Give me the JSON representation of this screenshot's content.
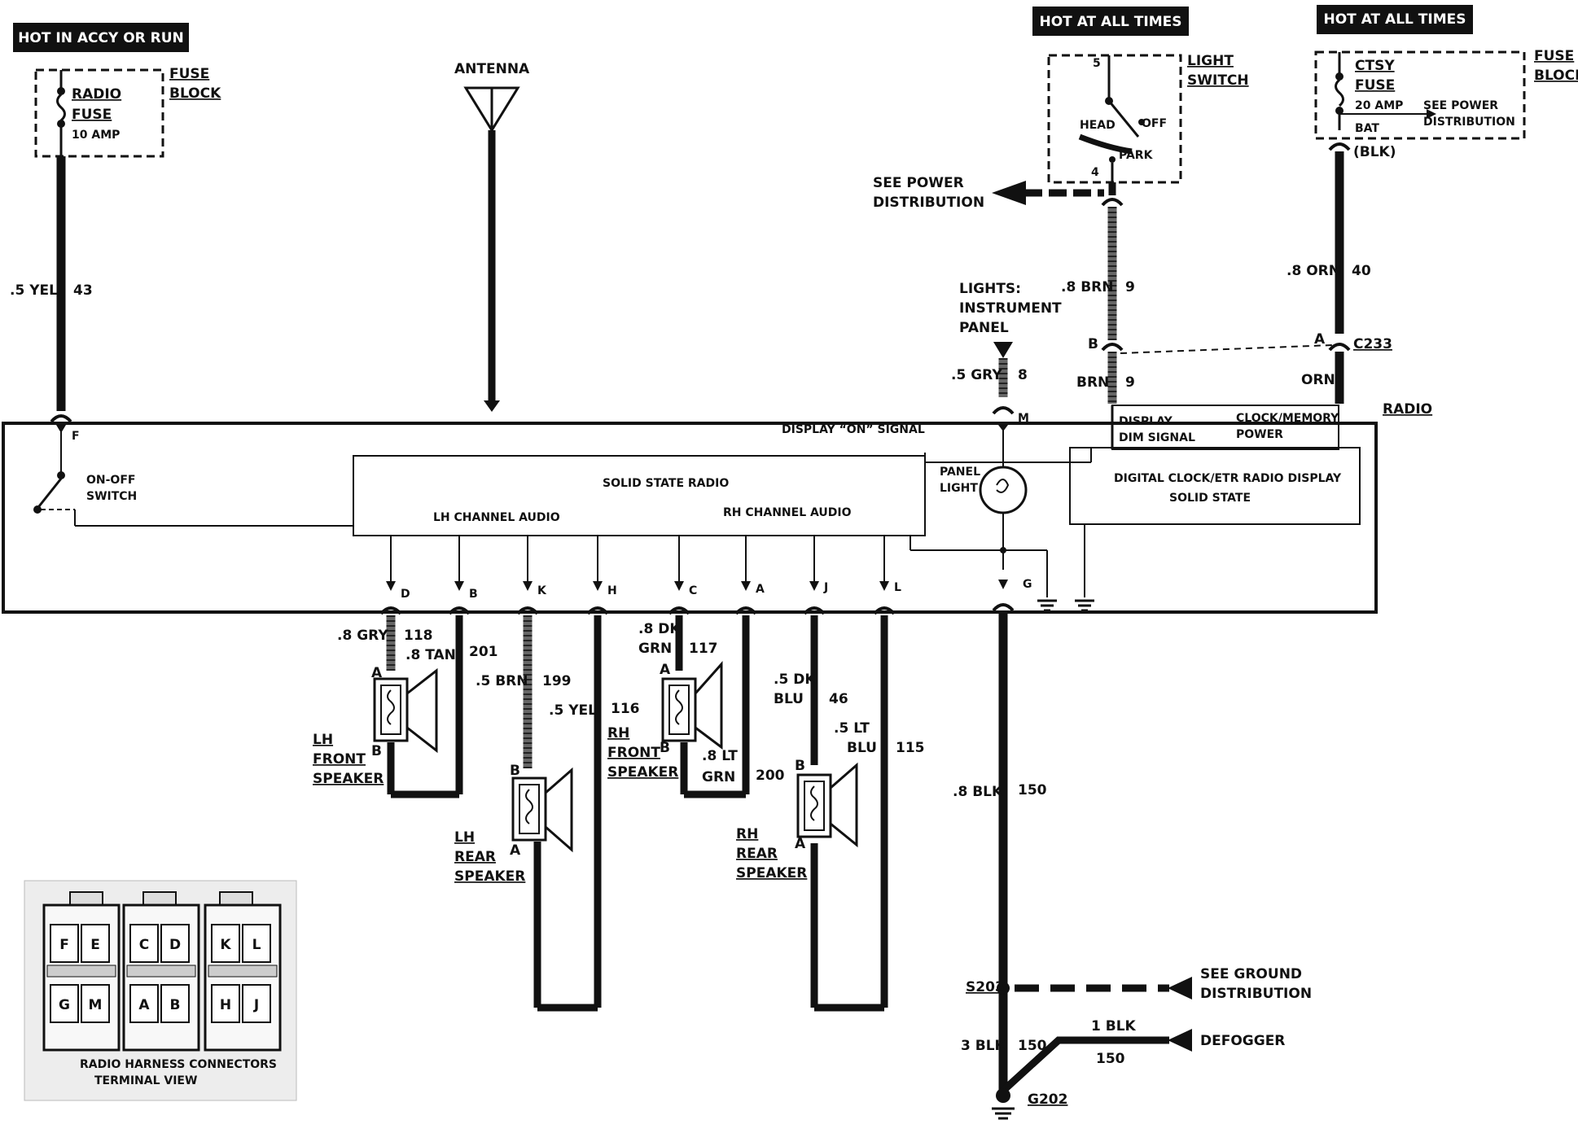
{
  "banners": {
    "accy_run": "HOT IN ACCY OR RUN",
    "all_times_1": "HOT AT ALL TIMES",
    "all_times_2": "HOT AT ALL TIMES"
  },
  "radio_fuse": {
    "name_1": "RADIO",
    "name_2": "FUSE",
    "rating": "10 AMP",
    "block_1": "FUSE",
    "block_2": "BLOCK"
  },
  "ctsy_fuse": {
    "name_1": "CTSY",
    "name_2": "FUSE",
    "rating": "20 AMP",
    "bat": "BAT",
    "see_1": "SEE POWER",
    "see_2": "DISTRIBUTION",
    "block_1": "FUSE",
    "block_2": "BLOCK",
    "blk": "(BLK)"
  },
  "antenna": "ANTENNA",
  "light_switch": {
    "name_1": "LIGHT",
    "name_2": "SWITCH",
    "head": "HEAD",
    "off": "OFF",
    "park": "PARK",
    "pin_top": "5",
    "pin_bottom": "4"
  },
  "see_power": {
    "line_1": "SEE POWER",
    "line_2": "DISTRIBUTION"
  },
  "lights_ip": {
    "line_1": "LIGHTS:",
    "line_2": "INSTRUMENT",
    "line_3": "PANEL"
  },
  "wires": {
    "w43": {
      "gauge": ".5 YEL",
      "num": "43"
    },
    "w9": {
      "gauge": ".8 BRN",
      "num": "9",
      "gauge_lower": "BRN",
      "num_lower": "9"
    },
    "w40": {
      "gauge": ".8 ORN",
      "num": "40",
      "gauge_lower": "ORN"
    },
    "w8": {
      "gauge": ".5 GRY",
      "num": "8"
    },
    "w118": {
      "gauge": ".8 GRY",
      "num": "118"
    },
    "w201": {
      "gauge": ".8 TAN",
      "num": "201"
    },
    "w199": {
      "gauge": ".5 BRN",
      "num": "199"
    },
    "w116": {
      "gauge": ".5 YEL",
      "num": "116"
    },
    "w117": {
      "gauge_1": ".8 DK",
      "gauge_2": "GRN",
      "num": "117"
    },
    "w200": {
      "gauge_1": ".8 LT",
      "gauge_2": "GRN",
      "num": "200"
    },
    "w46": {
      "gauge_1": ".5 DK",
      "gauge_2": "BLU",
      "num": "46"
    },
    "w115": {
      "gauge_1": ".5 LT",
      "gauge_2": "BLU",
      "num": "115"
    },
    "w150": {
      "gauge": ".8 BLK",
      "num": "150"
    },
    "w150b": {
      "gauge": "3 BLK",
      "num": "150"
    },
    "w150c": {
      "gauge": "1 BLK",
      "num": "150"
    }
  },
  "c233": {
    "name": "C233",
    "pin_a": "A",
    "pin_b": "B"
  },
  "radio": {
    "name": "RADIO",
    "display_on": "DISPLAY “ON” SIGNAL",
    "dim_1": "DISPLAY",
    "dim_2": "DIM SIGNAL",
    "clock_1": "CLOCK/MEMORY",
    "clock_2": "POWER",
    "onoff_1": "ON-OFF",
    "onoff_2": "SWITCH",
    "solid_state": "SOLID STATE RADIO",
    "lh_audio": "LH CHANNEL AUDIO",
    "rh_audio": "RH CHANNEL AUDIO",
    "panel_1": "PANEL",
    "panel_2": "LIGHT",
    "clock_disp_1": "DIGITAL CLOCK/ETR RADIO DISPLAY",
    "clock_disp_2": "SOLID STATE",
    "pins": {
      "f": "F",
      "m": "M",
      "d": "D",
      "b": "B",
      "k": "K",
      "h": "H",
      "c": "C",
      "a": "A",
      "j": "J",
      "l": "L",
      "g": "G"
    }
  },
  "speakers": {
    "lh_front": {
      "line_1": "LH",
      "line_2": "FRONT",
      "line_3": "SPEAKER",
      "pin_a": "A",
      "pin_b": "B"
    },
    "lh_rear": {
      "line_1": "LH",
      "line_2": "REAR",
      "line_3": "SPEAKER",
      "pin_a": "A",
      "pin_b": "B"
    },
    "rh_front": {
      "line_1": "RH",
      "line_2": "FRONT",
      "line_3": "SPEAKER",
      "pin_a": "A",
      "pin_b": "B"
    },
    "rh_rear": {
      "line_1": "RH",
      "line_2": "REAR",
      "line_3": "SPEAKER",
      "pin_a": "A",
      "pin_b": "B"
    }
  },
  "ground": {
    "s203": "S203",
    "g202": "G202",
    "see_ground_1": "SEE GROUND",
    "see_ground_2": "DISTRIBUTION",
    "defogger": "DEFOGGER"
  },
  "harness": {
    "caption_1": "RADIO HARNESS CONNECTORS",
    "caption_2": "TERMINAL VIEW",
    "pins_top": [
      "F",
      "E",
      "C",
      "D",
      "K",
      "L"
    ],
    "pins_bottom": [
      "G",
      "M",
      "A",
      "B",
      "H",
      "J"
    ]
  }
}
